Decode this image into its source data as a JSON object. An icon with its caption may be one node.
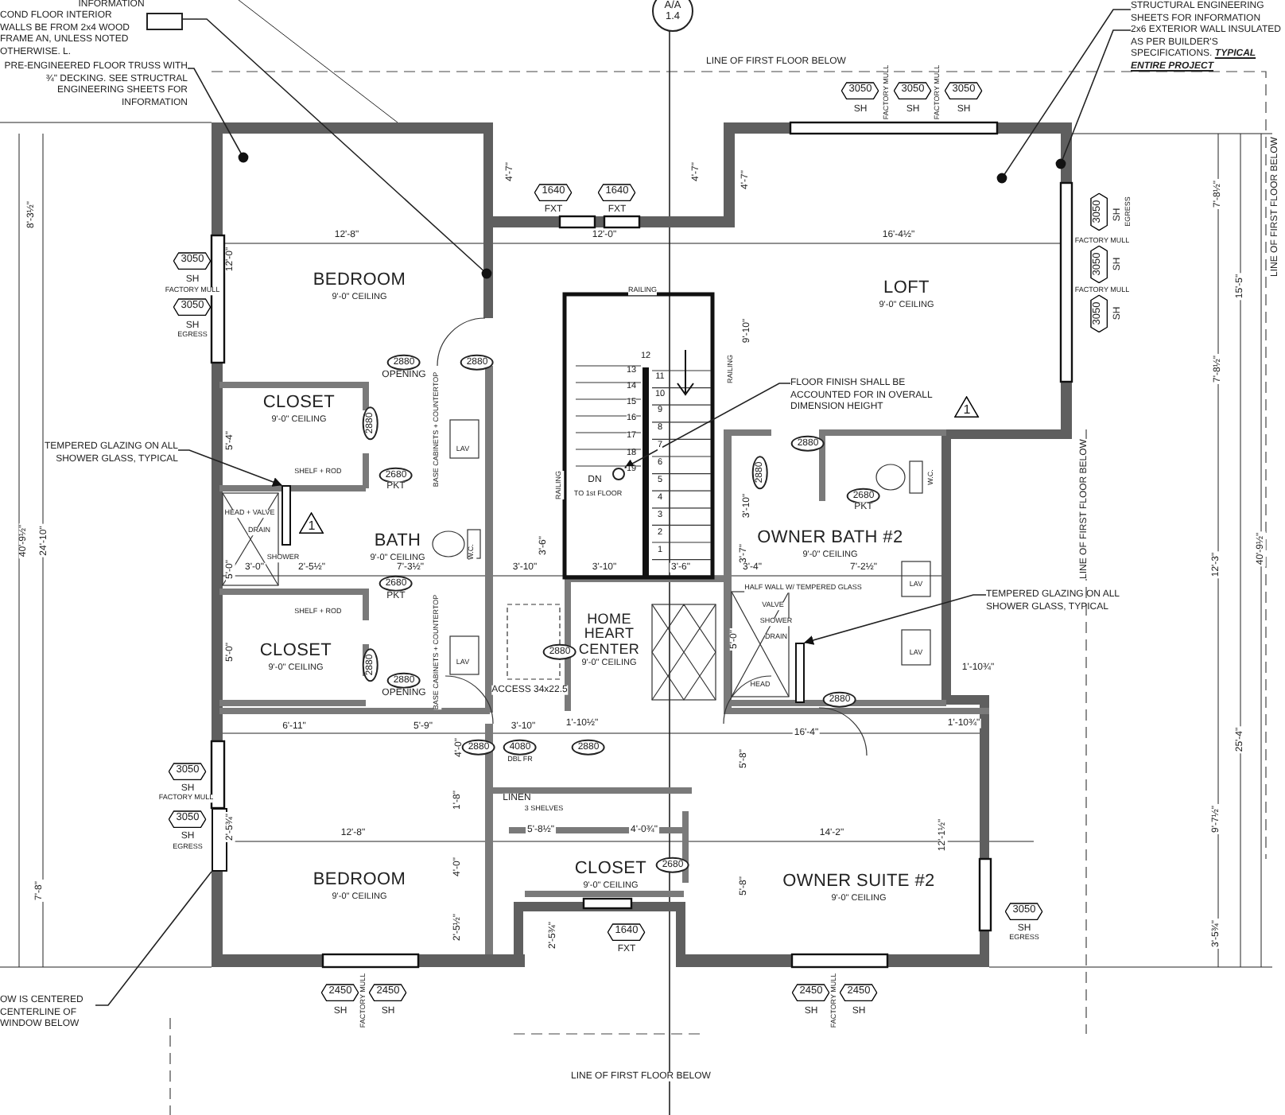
{
  "diagram": {
    "nodes": [
      {
        "text": [
          "COND FLOOR INTERIOR WALLS BE FROM 2x4 WOOD FRAME AN, UNLESS NOTED OTHERWISE. L."
        ]
      },
      {
        "text": [],
        "shape": "box"
      },
      {
        "text": [
          "PRE-ENGINEERED FLOOR TRUSS WITH ¾\" DECKING. SEE STRUCTRAL ENGINEERING SHEETS FOR INFORMATION"
        ]
      },
      {
        "text": [
          "A/A",
          "1.4"
        ]
      },
      {
        "text": [
          "STRUCTURAL ENGINEERING SHEETS FOR INFORMATION"
        ]
      },
      {
        "text": [
          "2x6 EXTERIOR WALL INSULATED AS PER BUILDER'S SPECIFICATIONS. **TYPICAL ENTIRE PROJECT**"
        ]
      },
      {
        "text": [
          "BEDROOM",
          "9'-0\" CEILING"
        ]
      },
      {
        "text": [
          "LOFT",
          "9'-0\" CEILING"
        ]
      },
      {
        "text": [
          "CLOSET",
          "9'-0\" CEILING"
        ]
      },
      {
        "text": [
          "TEMPERED GLAZING ON ALL SHOWER GLASS, TYPICAL"
        ]
      },
      {
        "text": [
          "BATH",
          "9'-0\" CEILING"
        ]
      },
      {
        "text": [
          "FLOOR FINISH SHALL BE ACCOUNTED FOR IN OVERALL DIMENSION HEIGHT"
        ]
      },
      {
        "text": [
          "OWNER BATH #2",
          "9'-0\" CEILING"
        ]
      },
      {
        "text": [
          "TEMPERED GLAZING ON ALL SHOWER GLASS, TYPICAL"
        ]
      },
      {
        "text": [
          "CLOSET",
          "9'-0\" CEILING"
        ]
      },
      {
        "text": [
          "HOME HEART CENTER",
          "9'-0\" CEILING"
        ]
      },
      {
        "text": [
          "BEDROOM",
          "9'-0\" CEILING"
        ]
      },
      {
        "text": [
          "CLOSET",
          "9'-0\" CEILING"
        ]
      },
      {
        "text": [
          "OWNER SUITE #2",
          "9'-0\" CEILING"
        ]
      },
      {
        "text": [
          "OW IS CENTERED CENTERLINE OF WINDOW BELOW"
        ]
      },
      {
        "text": [],
        "shape": "bar"
      },
      {
        "text": [],
        "shape": "circle"
      },
      {
        "text": [],
        "shape": "bar"
      },
      {
        "text": [],
        "shape": "bar"
      }
    ],
    "edges": [
      {
        "from": 1,
        "to": null,
        "arrow": "other"
      },
      {
        "from": 2,
        "to": null,
        "arrow": "other"
      },
      {
        "from": 4,
        "to": null,
        "arrow": "other"
      },
      {
        "from": 5,
        "to": null,
        "arrow": "other"
      },
      {
        "from": 9,
        "to": 20,
        "arrow": "to"
      },
      {
        "from": 11,
        "to": 21,
        "arrow": "to"
      },
      {
        "from": 13,
        "to": 22,
        "arrow": "to"
      },
      {
        "from": 19,
        "to": 23,
        "arrow": "none"
      }
    ],
    "labels": [
      "INFORMATION",
      "LINE OF FIRST FLOOR BELOW",
      "3050",
      "SH",
      "FACTORY MULL",
      "3050",
      "SH",
      "FACTORY MULL",
      "3050",
      "SH",
      "8'-3½\"",
      "4'-7\"",
      "4'-7\"",
      "4'-7\"",
      "1640",
      "FXT",
      "1640",
      "FXT",
      "12'-8\"",
      "12'-0\"",
      "16'-4½\"",
      "7'-8½\"",
      "LINE OF FIRST FLOOR BELOW",
      "3050",
      "SH",
      "EGRESS",
      "FACTORY MULL",
      "3050",
      "SH",
      "FACTORY MULL",
      "3050",
      "SH",
      "3050",
      "SH",
      "FACTORY MULL",
      "3050",
      "SH",
      "EGRESS",
      "12'-0\"",
      "15'-5\"",
      "RAILING",
      "9'-10\"",
      "2880",
      "OPENING",
      "2880",
      "7'-8½\"",
      "12",
      "11",
      "10",
      "9",
      "8",
      "7",
      "6",
      "5",
      "4",
      "3",
      "2",
      "1",
      "13",
      "14",
      "15",
      "16",
      "17",
      "18",
      "19",
      "DN",
      "TO 1st FLOOR",
      "RAILING",
      "RAILING",
      "5'-4\"",
      "2880",
      "BASE CABINETS + COUNTERTOP",
      "LAV",
      "SHELF + ROD",
      "2680",
      "PKT",
      "2880",
      "2880",
      "3'-10\"",
      "W.C.",
      "2680",
      "PKT",
      "1",
      "HEAD + VALVE",
      "1",
      "DRAIN",
      "SHOWER",
      "40'-9½\"",
      "24'-10\"",
      "W.C.",
      "3'-6\"",
      "3'-7\"",
      "5'-0\"",
      "3'-0\"",
      "2'-5½\"",
      "7'-3½\"",
      "3'-10\"",
      "3'-10\"",
      "3'-6\"",
      "3'-4\"",
      "7'-2½\"",
      "LINE OF FIRST FLOOR BELOW",
      "12'-3\"",
      "40'-9½\"",
      "HALF WALL W/ TEMPERED GLASS",
      "2680",
      "PKT",
      "LAV",
      "VALVE",
      "SHELF + ROD",
      "SHOWER",
      "DRAIN",
      "5'-0\"",
      "2880",
      "BASE CABINETS + COUNTERTOP",
      "LAV",
      "2880",
      "LAV",
      "5'-0\"",
      "1'-10¾\"",
      "ACCESS 34x22.5",
      "HEAD",
      "2880",
      "OPENING",
      "2880",
      "1'-10¾\"",
      "25'-4\"",
      "6'-11\"",
      "5'-9\"",
      "3'-10\"",
      "1'-10½\"",
      "16'-4\"",
      "4'-0\"",
      "2880",
      "4080",
      "DBL FR",
      "2880",
      "5'-8\"",
      "3050",
      "SH",
      "FACTORY MULL",
      "LINEN",
      "1'-8\"",
      "3 SHELVES",
      "9'-7½\"",
      "3050",
      "SH",
      "EGRESS",
      "2'-5¾\"",
      "12'-8\"",
      "5'-8½\"",
      "4'-0¾\"",
      "14'-2\"",
      "12'-1½\"",
      "7'-8\"",
      "4'-0\"",
      "2680",
      "5'-8\"",
      "3050",
      "SH",
      "EGRESS",
      "2'-5½\"",
      "2'-5¾\"",
      "1640",
      "FXT",
      "3'-5¾\"",
      "2450",
      "FACTORY MULL",
      "2450",
      "SH",
      "SH",
      "2450",
      "FACTORY MULL",
      "2450",
      "SH",
      "SH",
      "LINE OF FIRST FLOOR BELOW"
    ]
  }
}
